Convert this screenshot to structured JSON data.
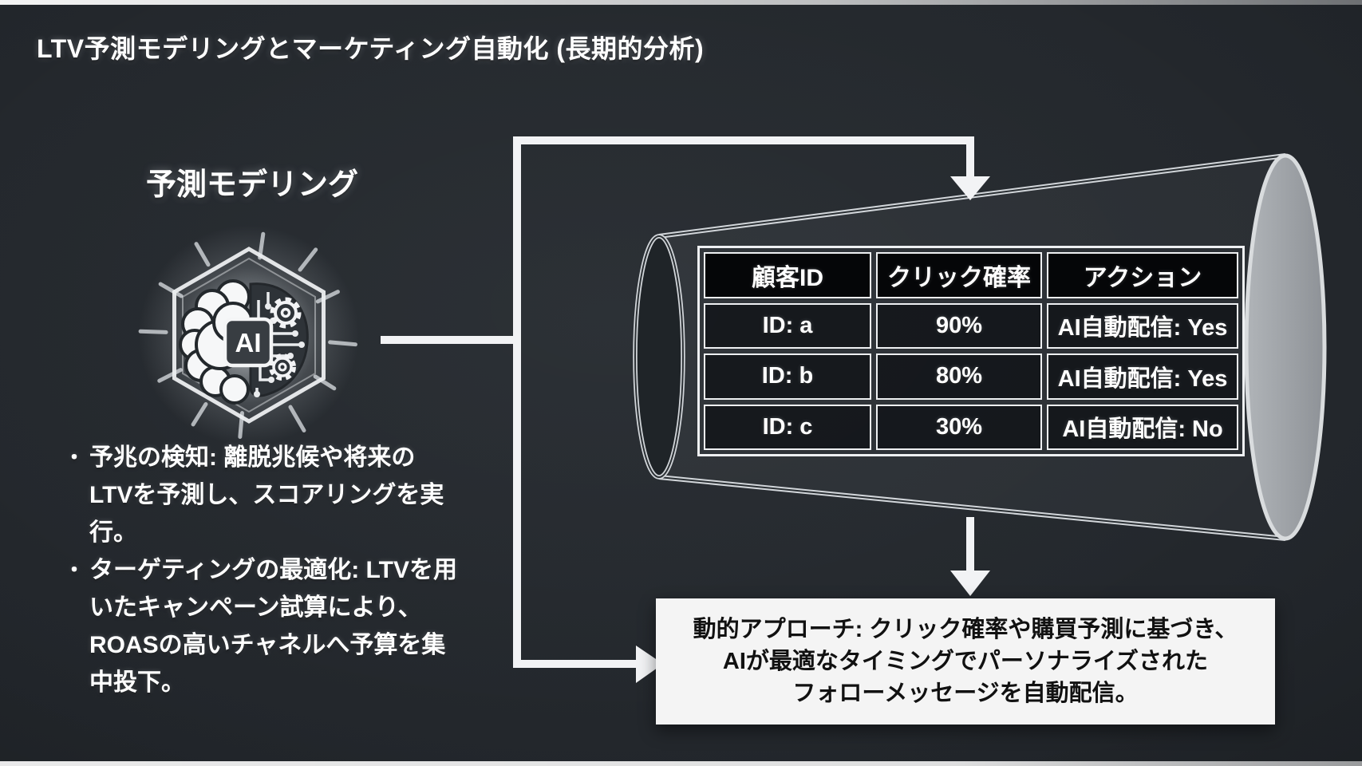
{
  "title": "LTV予測モデリングとマーケティング自動化 (長期的分析)",
  "left_panel": {
    "heading": "予測モデリング",
    "icon": {
      "name": "ai-brain-circuit-icon",
      "label": "AI"
    },
    "bullets": [
      {
        "marker": "・",
        "lines": [
          "予兆の検知: 離脱兆候や将来の",
          "LTVを予測し、スコアリングを実行。"
        ]
      },
      {
        "marker": "・",
        "lines": [
          "ターゲティングの最適化: LTVを用",
          "いたキャンペーン試算により、",
          "ROASの高いチャネルへ予算を集",
          "中投下。"
        ]
      }
    ]
  },
  "funnel_table": {
    "headers": [
      "顧客ID",
      "クリック確率",
      "アクション"
    ],
    "rows": [
      [
        "ID: a",
        "90%",
        "AI自動配信: Yes"
      ],
      [
        "ID: b",
        "80%",
        "AI自動配信: Yes"
      ],
      [
        "ID: c",
        "30%",
        "AI自動配信: No"
      ]
    ]
  },
  "callout": {
    "lines": [
      "動的アプローチ: クリック確率や購買予測に基づき、",
      "AIが最適なタイミングでパーソナライズされた",
      "フォローメッセージを自動配信。"
    ]
  },
  "colors": {
    "background": "#22262a",
    "connector": "#f2f3f5",
    "funnel_outline": "#d2d6da",
    "funnel_cap_fill": "#9aa0a6",
    "table_border": "#eef0f2",
    "table_header_bg": "#050608",
    "callout_bg": "#f4f4f4",
    "callout_text": "#111111",
    "text": "#ffffff"
  }
}
